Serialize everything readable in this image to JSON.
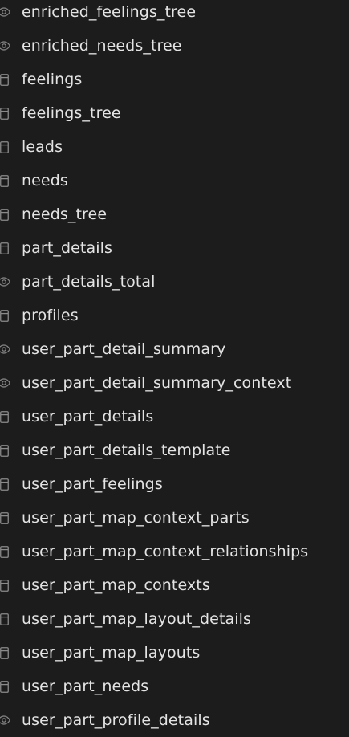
{
  "items": [
    {
      "label": "enriched_feelings_tree",
      "kind": "view",
      "icon": "eye-icon"
    },
    {
      "label": "enriched_needs_tree",
      "kind": "view",
      "icon": "eye-icon"
    },
    {
      "label": "feelings",
      "kind": "table",
      "icon": "table-icon"
    },
    {
      "label": "feelings_tree",
      "kind": "table",
      "icon": "table-icon"
    },
    {
      "label": "leads",
      "kind": "table",
      "icon": "table-icon"
    },
    {
      "label": "needs",
      "kind": "table",
      "icon": "table-icon"
    },
    {
      "label": "needs_tree",
      "kind": "table",
      "icon": "table-icon"
    },
    {
      "label": "part_details",
      "kind": "table",
      "icon": "table-icon"
    },
    {
      "label": "part_details_total",
      "kind": "view",
      "icon": "eye-icon"
    },
    {
      "label": "profiles",
      "kind": "table",
      "icon": "table-icon"
    },
    {
      "label": "user_part_detail_summary",
      "kind": "view",
      "icon": "eye-icon"
    },
    {
      "label": "user_part_detail_summary_context",
      "kind": "view",
      "icon": "eye-icon"
    },
    {
      "label": "user_part_details",
      "kind": "table",
      "icon": "table-icon"
    },
    {
      "label": "user_part_details_template",
      "kind": "table",
      "icon": "table-icon"
    },
    {
      "label": "user_part_feelings",
      "kind": "table",
      "icon": "table-icon"
    },
    {
      "label": "user_part_map_context_parts",
      "kind": "table",
      "icon": "table-icon"
    },
    {
      "label": "user_part_map_context_relationships",
      "kind": "table",
      "icon": "table-icon"
    },
    {
      "label": "user_part_map_contexts",
      "kind": "table",
      "icon": "table-icon"
    },
    {
      "label": "user_part_map_layout_details",
      "kind": "table",
      "icon": "table-icon"
    },
    {
      "label": "user_part_map_layouts",
      "kind": "table",
      "icon": "table-icon"
    },
    {
      "label": "user_part_needs",
      "kind": "table",
      "icon": "table-icon"
    },
    {
      "label": "user_part_profile_details",
      "kind": "view",
      "icon": "eye-icon"
    }
  ],
  "colors": {
    "background": "#1c1c1c",
    "text": "#e4e4e4",
    "icon": "#8a8a8a"
  }
}
